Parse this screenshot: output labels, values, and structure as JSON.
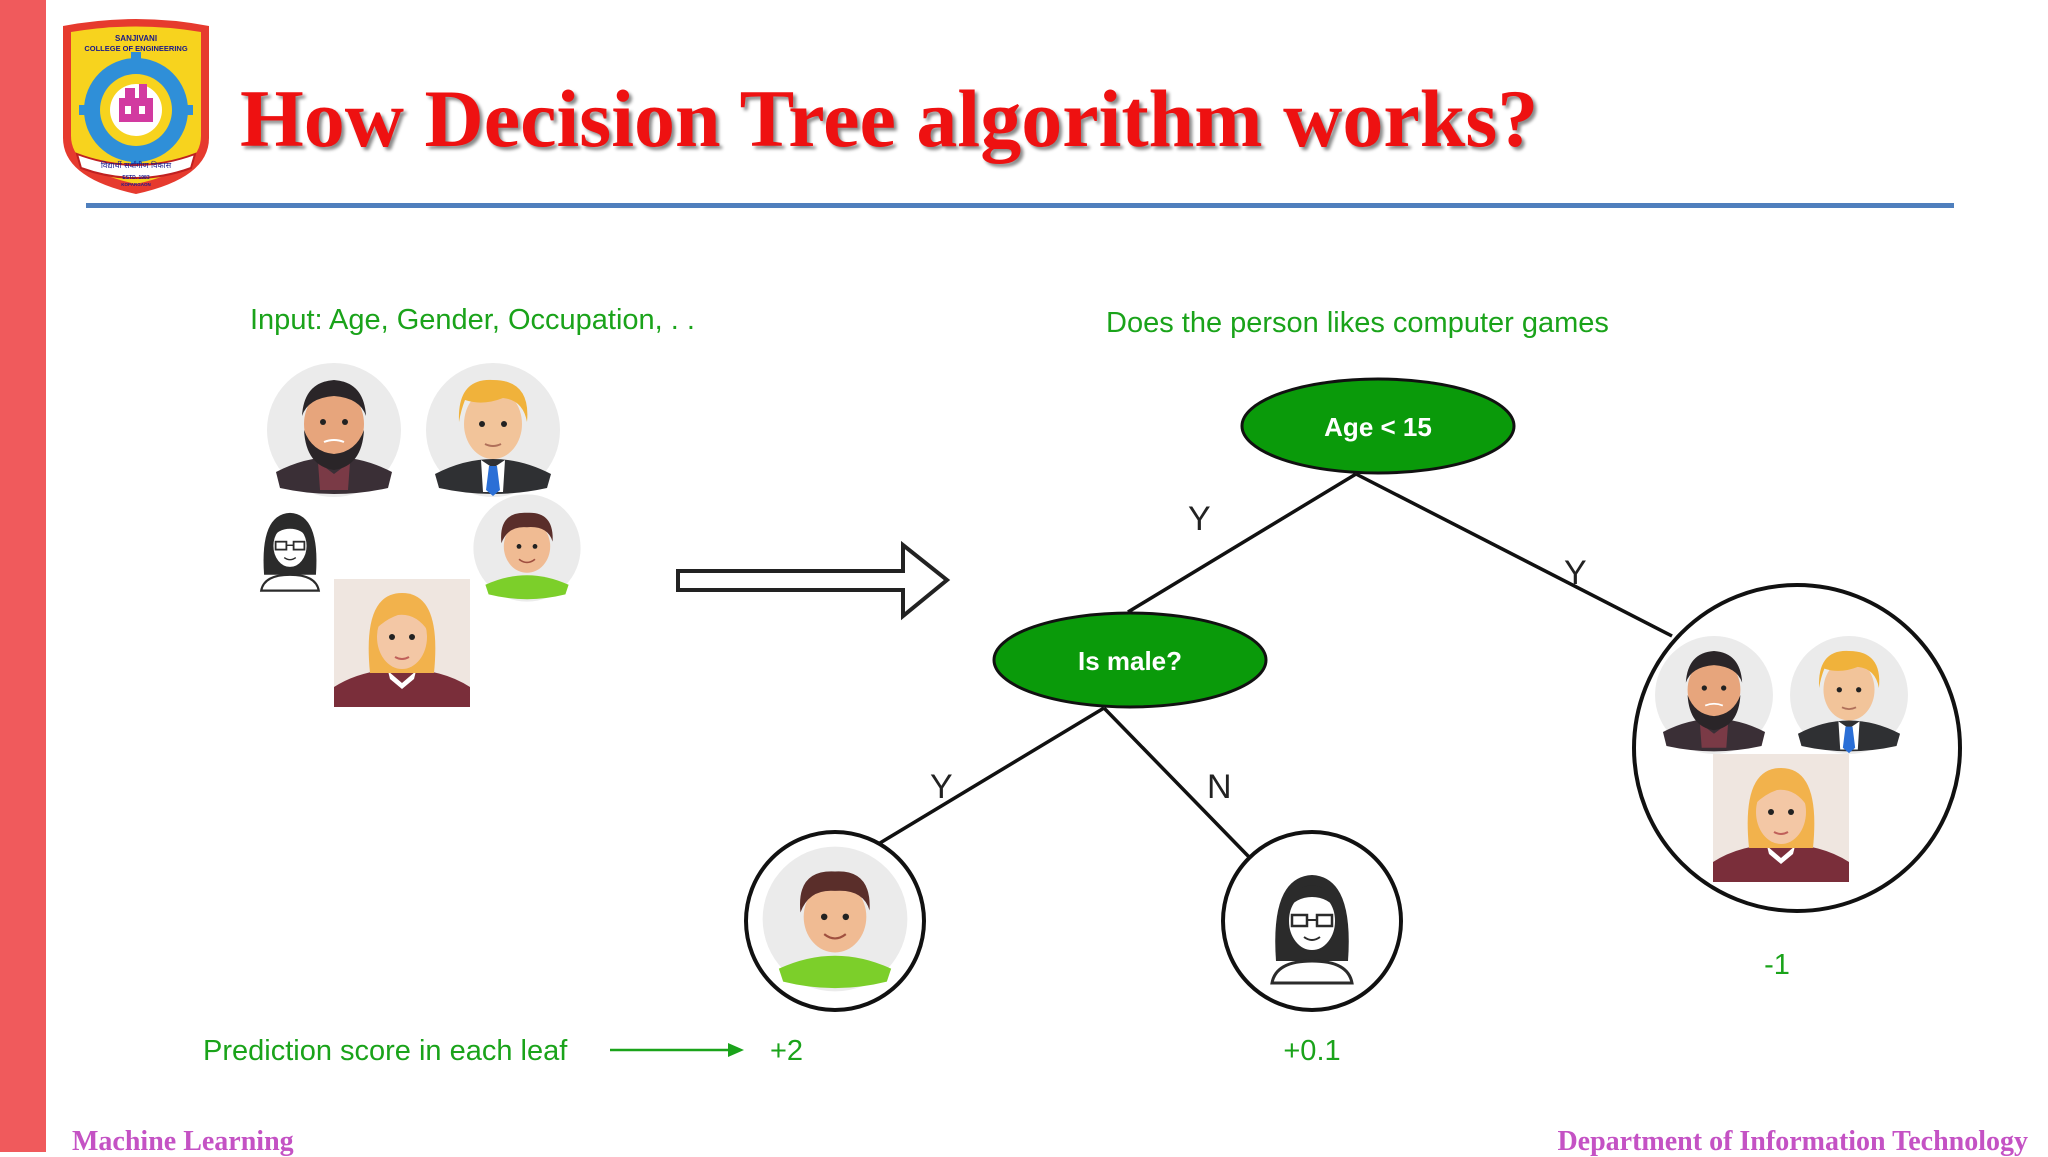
{
  "slide": {
    "title": "How Decision Tree algorithm works?",
    "logo": {
      "top_text": "SANJIVANI",
      "sub_text": "COLLEGE OF ENGINEERING",
      "ribbon_text": "विद्यार्थी सर्वांगीण विकास",
      "estd_text": "ESTD. 1983",
      "place_text": "KOPARGAON"
    }
  },
  "diagram": {
    "input_label": "Input: Age, Gender, Occupation, . .",
    "question": "Does the person likes computer games",
    "root_node": "Age < 15",
    "child_node": "Is male?",
    "edge_root_left": "Y",
    "edge_root_right": "Y",
    "edge_child_left": "Y",
    "edge_child_right": "N",
    "leaf_caption": "Prediction score in each leaf",
    "scores": {
      "left": "+2",
      "middle": "+0.1",
      "right": "-1"
    }
  },
  "footer": {
    "left": "Machine Learning",
    "right": "Department of Information Technology"
  },
  "colors": {
    "title": "#ee1111",
    "left_bar": "#f05a5c",
    "rule": "#4f7fbd",
    "node_fill": "#0a9a0a",
    "label_green": "#1aa31a",
    "footer": "#c452c4"
  }
}
